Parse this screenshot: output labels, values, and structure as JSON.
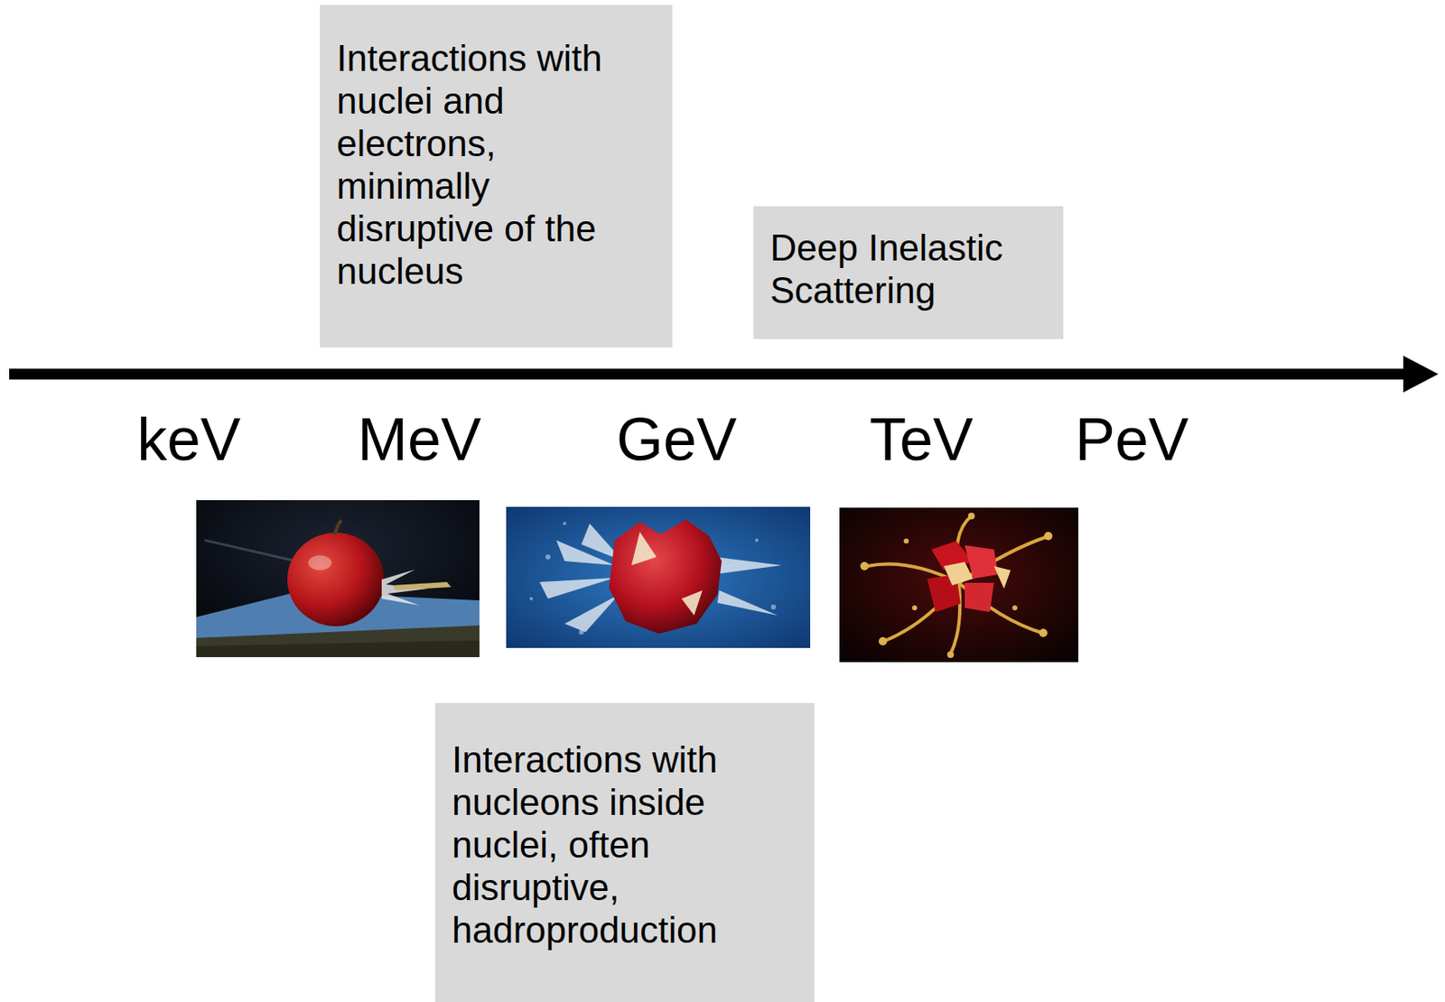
{
  "diagram": {
    "nodes": [
      {
        "text": [
          "Interactions with nuclei and electrons, minimally disruptive of the nucleus"
        ]
      },
      {
        "text": [
          "Deep Inelastic Scattering"
        ]
      },
      {
        "text": [
          "Interactions with nucleons inside nuclei, often disruptive, hadroproduction"
        ]
      }
    ],
    "labels": [
      "keV",
      "MeV",
      "GeV",
      "TeV",
      "PeV"
    ]
  }
}
